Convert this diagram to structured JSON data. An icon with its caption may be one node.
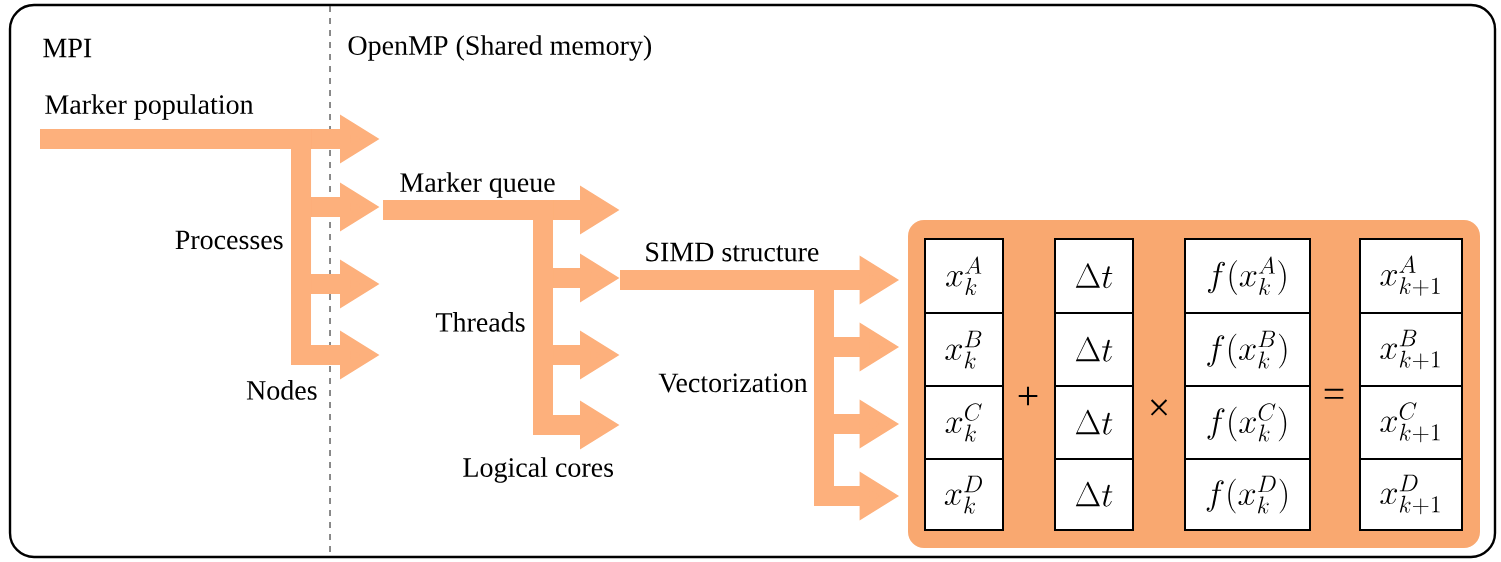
{
  "diagram": {
    "nodes": [
      {
        "text": [
          "Marker population"
        ]
      },
      {
        "text": [
          "Marker queue"
        ]
      },
      {
        "text": [
          "SIMD structure"
        ]
      },
      {
        "text": [],
        "shape": "box"
      },
      {
        "text": [
          "x_k^A"
        ],
        "in": 3
      },
      {
        "text": [
          "\\Delta t"
        ],
        "in": 3
      },
      {
        "text": [
          "f(x_k^A)"
        ],
        "in": 3
      },
      {
        "text": [
          "x_{k+1}^A"
        ],
        "in": 3
      },
      {
        "text": [
          "x_k^B"
        ],
        "in": 3
      },
      {
        "text": [
          "\\Delta t"
        ],
        "in": 3
      },
      {
        "text": [
          "f(x_k^B)"
        ],
        "in": 3
      },
      {
        "text": [
          "x_{k+1}^B"
        ],
        "in": 3
      },
      {
        "text": [
          "x_k^C"
        ],
        "in": 3
      },
      {
        "text": [
          "\\Delta t"
        ],
        "in": 3
      },
      {
        "text": [
          "f(x_k^C)"
        ],
        "in": 3
      },
      {
        "text": [
          "x_{k+1}^C"
        ],
        "in": 3
      },
      {
        "text": [
          "x_k^D"
        ],
        "in": 3
      },
      {
        "text": [
          "\\Delta t"
        ],
        "in": 3
      },
      {
        "text": [
          "f(x_k^D)"
        ],
        "in": 3
      },
      {
        "text": [
          "x_{k+1}^D"
        ],
        "in": 3
      }
    ],
    "edges": [
      {
        "from": 0,
        "to": null,
        "arrow": "to"
      },
      {
        "from": 0,
        "to": 1,
        "arrow": "to"
      },
      {
        "from": 0,
        "to": null,
        "arrow": "to"
      },
      {
        "from": 0,
        "to": null,
        "arrow": "to"
      },
      {
        "from": 1,
        "to": null,
        "arrow": "to"
      },
      {
        "from": 1,
        "to": 2,
        "arrow": "to"
      },
      {
        "from": 1,
        "to": null,
        "arrow": "to"
      },
      {
        "from": 1,
        "to": null,
        "arrow": "to"
      },
      {
        "from": 2,
        "to": 3,
        "arrow": "to"
      },
      {
        "from": 2,
        "to": 3,
        "arrow": "to"
      },
      {
        "from": 2,
        "to": 3,
        "arrow": "to"
      },
      {
        "from": 2,
        "to": 3,
        "arrow": "to"
      }
    ],
    "labels": [
      "MPI",
      "OpenMP (Shared memory)",
      "Processes",
      "Nodes",
      "Threads",
      "Logical cores",
      "Vectorization",
      "+",
      "×",
      "="
    ]
  }
}
